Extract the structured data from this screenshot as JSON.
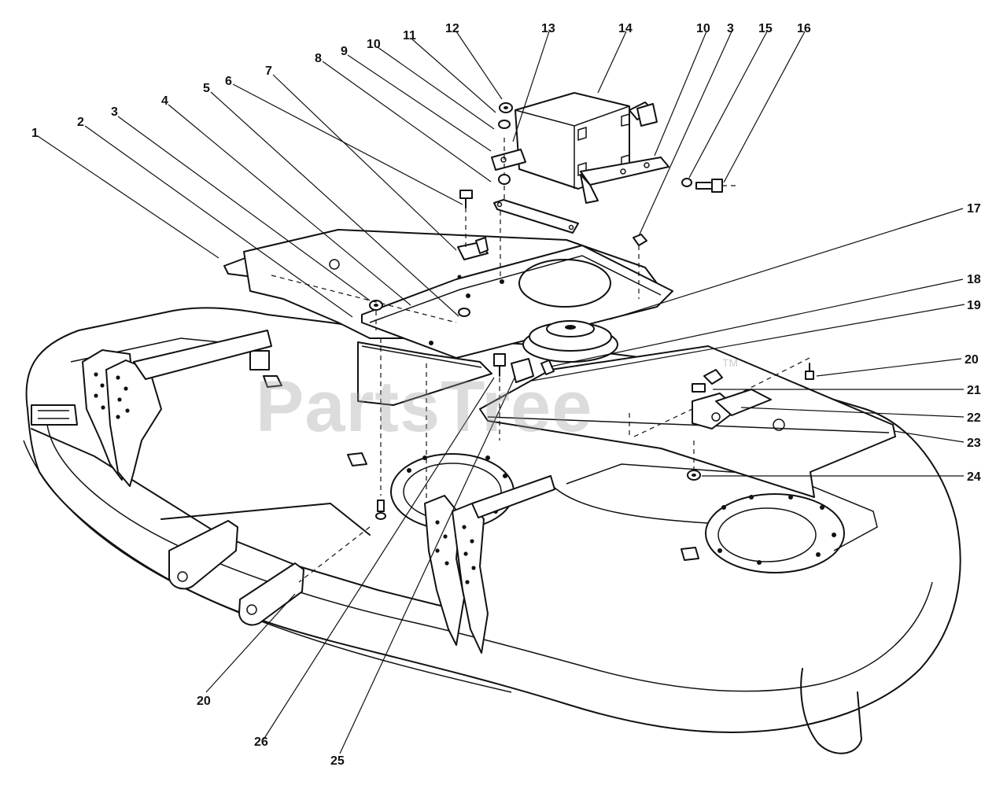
{
  "watermark": {
    "text": "PartsTree",
    "trademark": "TM"
  },
  "callouts": {
    "c1": "1",
    "c2": "2",
    "c3a": "3",
    "c4": "4",
    "c5": "5",
    "c6": "6",
    "c7": "7",
    "c8": "8",
    "c9": "9",
    "c10a": "10",
    "c11": "11",
    "c12": "12",
    "c13": "13",
    "c14": "14",
    "c10b": "10",
    "c3b": "3",
    "c15": "15",
    "c16": "16",
    "c17": "17",
    "c18": "18",
    "c19": "19",
    "c20a": "20",
    "c21": "21",
    "c22": "22",
    "c23": "23",
    "c24": "24",
    "c20b": "20",
    "c26": "26",
    "c25": "25"
  }
}
